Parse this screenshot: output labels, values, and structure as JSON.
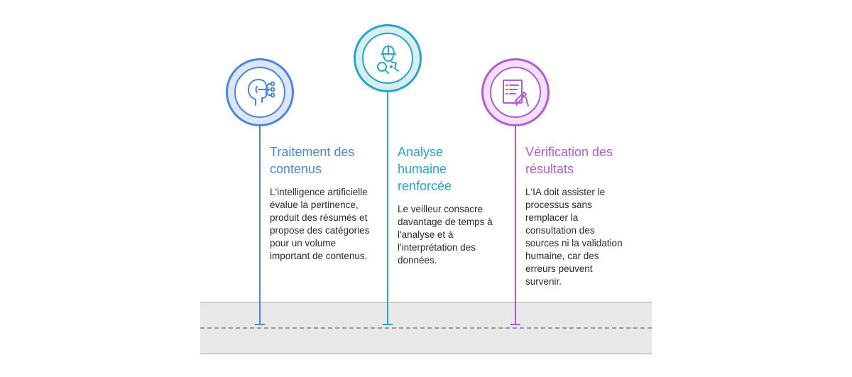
{
  "steps": [
    {
      "title": "Traitement des contenus",
      "description": "L'intelligence artificielle évalue la pertinence, produit des résumés et propose des catégories pour un volume important de contenus.",
      "icon": "ai-head-icon",
      "color": "#4a86e0",
      "ring_fill": "#dde6f6"
    },
    {
      "title": "Analyse humaine renforcée",
      "description": "Le veilleur consacre davantage de temps à l'analyse et à l'interprétation des données.",
      "icon": "analyst-magnifier-icon",
      "color": "#27a6c6",
      "ring_fill": "#d8eef3"
    },
    {
      "title": "Vérification des résultats",
      "description": "L'IA doit assister le processus sans remplacer la consultation des sources ni la validation humaine, car des erreurs peuvent survenir.",
      "icon": "checklist-sign-icon",
      "color": "#b35ad8",
      "ring_fill": "#f1e0f6"
    }
  ]
}
